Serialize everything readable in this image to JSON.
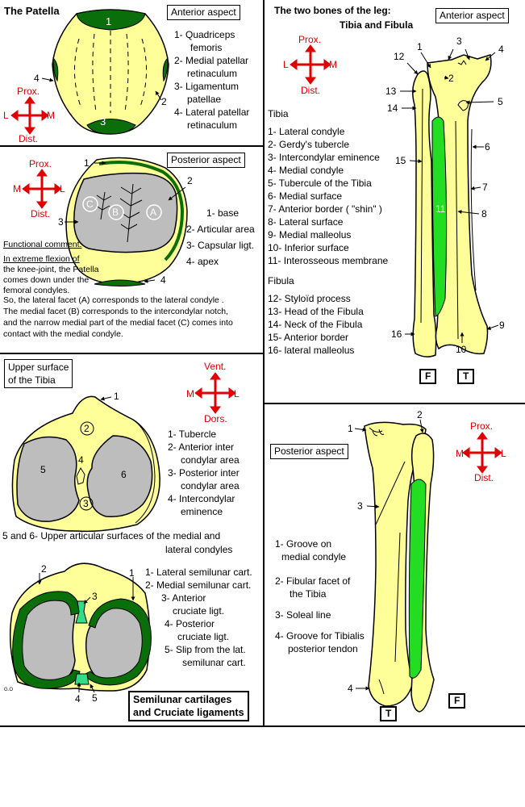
{
  "colors": {
    "bone": "#ffff99",
    "tendon": "#0a6e0a",
    "cartilage": "#bdbdbd",
    "arrow": "#e00000",
    "membrane": "#22dd22"
  },
  "patella": {
    "title": "The Patella",
    "anterior_label": "Anterior aspect",
    "num_top": "1",
    "num_bottom": "3",
    "num_4": "4",
    "num_2": "2",
    "anterior_items": [
      "1-   Quadriceps",
      "femoris",
      "2-  Medial patellar",
      "retinaculum",
      "3-  Ligamentum",
      "patellae",
      "4-  Lateral patellar",
      "retinaculum"
    ],
    "posterior_label": "Posterior aspect",
    "num_1": "1",
    "num_2b": "2",
    "num_3": "3",
    "num_4b": "4",
    "facet_c": "C",
    "facet_b": "B",
    "facet_a": "A",
    "posterior_items": [
      "1- base",
      "2- Articular area",
      "3- Capsular ligt.",
      "4- apex"
    ],
    "comment_title": "Functional comment:",
    "comment_lines": [
      "In extreme flexion of",
      "the knee-joint, the Patella",
      "comes down under   the",
      "femoral condyles.",
      "So, the lateral facet (A) corresponds to the lateral condyle .",
      "The medial facet (B) corresponds to the intercondylar notch,",
      "and the narrow medial part of the medial facet (C) comes into",
      "contact with the medial condyle."
    ]
  },
  "compass": {
    "prox": "Prox.",
    "dist": "Dist.",
    "l": "L",
    "m": "M",
    "vent": "Vent.",
    "dors": "Dors."
  },
  "tibia_upper": {
    "title_l1": "Upper surface",
    "title_l2": "of the Tibia",
    "n1": "1",
    "n2": "2",
    "n3": "3",
    "n4": "4",
    "n5": "5",
    "n6": "6",
    "items": [
      "1- Tubercle",
      "2-  Anterior inter",
      "condylar area",
      "3-  Posterior inter",
      "condylar area",
      "4-  Intercondylar",
      "eminence"
    ],
    "note_l1": "5 and 6- Upper articular surfaces  of the medial  and",
    "note_l2": "lateral condyles"
  },
  "semilunar": {
    "n1": "1",
    "n2": "2",
    "n3": "3",
    "n4": "4",
    "n5": "5",
    "items": [
      "1- Lateral semilunar cart.",
      "2- Medial semilunar cart.",
      "3-  Anterior",
      "cruciate ligt.",
      "4-  Posterior",
      "cruciate ligt.",
      "5-  Slip from the lat.",
      "semilunar cart."
    ],
    "title_l1": "Semilunar cartilages",
    "title_l2": "and Cruciate ligaments",
    "signature": "G.O"
  },
  "leg_anterior": {
    "title_l1": "The two bones of the leg:",
    "title_l2": "Tibia and Fibula",
    "label": "Anterior aspect",
    "tibia_head": "Tibia",
    "tibia_items": [
      "1- Lateral condyle",
      "2- Gerdy's tubercle",
      "3- Intercondylar eminence",
      "4- Medial condyle",
      "5- Tubercule of the Tibia",
      "6- Medial surface",
      "7- Anterior border ( \"shin\" )",
      "8- Lateral surface",
      "9- Medial malleolus",
      "10- Inferior surface",
      "11- Interosseous membrane"
    ],
    "fibula_head": "Fibula",
    "fibula_items": [
      "12- Styloïd process",
      "13- Head of the Fibula",
      "14- Neck of the Fibula",
      "15- Anterior border",
      "16- lateral malleolus"
    ],
    "nums": {
      "n1": "1",
      "n2": "2",
      "n3": "3",
      "n4": "4",
      "n5": "5",
      "n6": "6",
      "n7": "7",
      "n8": "8",
      "n9": "9",
      "n10": "10",
      "n11": "11",
      "n12": "12",
      "n13": "13",
      "n14": "14",
      "n15": "15",
      "n16": "16"
    },
    "label_f": "F",
    "label_t": "T"
  },
  "leg_posterior": {
    "label": "Posterior aspect",
    "items": [
      "1-  Groove on",
      "medial condyle",
      "2-  Fibular facet of",
      "the Tibia",
      "3-  Soleal line",
      "4-  Groove for Tibialis",
      "posterior tendon"
    ],
    "n1": "1",
    "n2": "2",
    "n3": "3",
    "n4": "4",
    "label_t": "T",
    "label_f": "F"
  }
}
